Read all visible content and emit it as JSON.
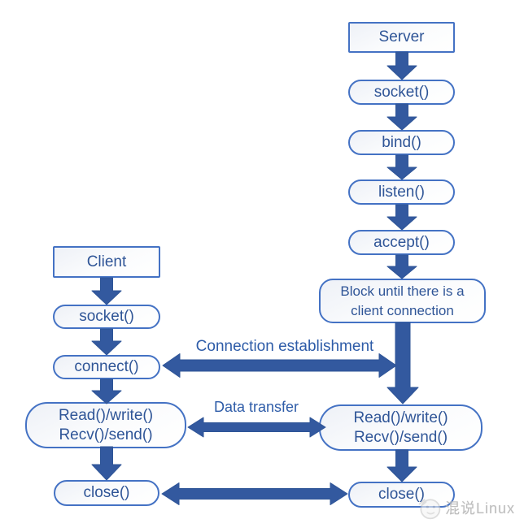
{
  "colors": {
    "box_border": "#4472C4",
    "box_text": "#2F5597",
    "arrow_fill": "#33599F",
    "label_text": "#2E5CA8",
    "watermark_text": "#B3B3B3"
  },
  "server": {
    "title": "Server",
    "steps": [
      "socket()",
      "bind()",
      "listen()",
      "accept()"
    ],
    "block": "Block until there is a client connection",
    "io_lines": [
      "Read()/write()",
      "Recv()/send()"
    ],
    "close": "close()"
  },
  "client": {
    "title": "Client",
    "steps": [
      "socket()",
      "connect()"
    ],
    "io_lines": [
      "Read()/write()",
      "Recv()/send()"
    ],
    "close": "close()"
  },
  "labels": {
    "connection": "Connection establishment",
    "data": "Data transfer"
  },
  "watermark": {
    "text": "混说Linux",
    "logo": "penguin-logo"
  }
}
